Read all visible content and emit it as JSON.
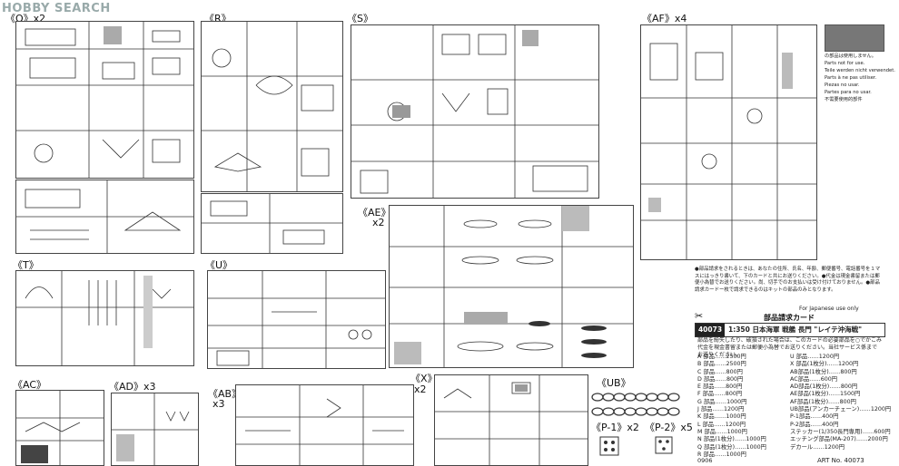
{
  "watermark": "HOBBY SEARCH",
  "sprues": {
    "Q": {
      "label": "《Q》x2"
    },
    "R": {
      "label": "《R》"
    },
    "S": {
      "label": "《S》"
    },
    "AF": {
      "label": "《AF》x4"
    },
    "AE": {
      "label": "《AE》",
      "count": "x2"
    },
    "T": {
      "label": "《T》"
    },
    "U": {
      "label": "《U》"
    },
    "AC": {
      "label": "《AC》"
    },
    "AD": {
      "label": "《AD》x3"
    },
    "AB": {
      "label": "《AB》",
      "count": "x3"
    },
    "X": {
      "label": "《X》",
      "count": "x2"
    },
    "UB": {
      "label": "《UB》"
    },
    "P1": {
      "label": "《P-1》x2"
    },
    "P2": {
      "label": "《P-2》x5"
    }
  },
  "not_used": {
    "lines": [
      "の部品は使用しません。",
      "Parts not for use.",
      "Teile werden nicht verwendet.",
      "Parts à ne pas utiliser.",
      "Piezas no usar.",
      "Partes para no usar.",
      "不需要使用的部件"
    ]
  },
  "jp_note": "●部品請求をされるときは、あなたの住所、氏名、年齢、郵便番号、電話番号を１マスにはっきり書いて、下のカードと共にお送りください。●代金は現金書留または郵便小為替でお送りください。尚、切手でのお支払いは受け付けておりません。●部品請求カードー枚で請求できるのはキットの部品のみとなります。",
  "for_japanese": "For Japanese use only",
  "card": {
    "title": "部品請求カード",
    "number": "40073",
    "name": "1:350 日本海軍 戦艦 長門 \"レイテ沖海戦\"",
    "text": "部品を紛失したり、破損された場合は、このカードの必要部品を○でかこみ代金を現金書留または郵便小為替でお送りください。当社サービス係まで お送りください。",
    "left_list": [
      "A 部品……2500円",
      "B 部品……2500円",
      "C 部品……800円",
      "D 部品……800円",
      "E 部品……800円",
      "F 部品……800円",
      "G 部品……1000円",
      "J 部品……1200円",
      "K 部品……1000円",
      "L 部品……1200円",
      "M 部品……1000円",
      "N 部品(1枚分)……1000円",
      "Q 部品(1枚分)……1000円",
      "R 部品……1000円"
    ],
    "right_list": [
      "U 部品……1200円",
      "X 部品(1枚分)……1200円",
      "AB部品(1枚分)……800円",
      "AC部品……600円",
      "AD部品(1枚分)……800円",
      "AE部品(1枚分)……1500円",
      "AF部品(1枚分)……800円",
      "UB部品(アンカーチェーン)……1200円",
      "P-1部品……400円",
      "P-2部品……400円",
      "ステッカー(1/350長門専用)……600円",
      "エッチング部品(MA-207)……2000円",
      "デカール……1200円"
    ],
    "footer_left": "0906",
    "art_no": "ART No. 40073"
  }
}
